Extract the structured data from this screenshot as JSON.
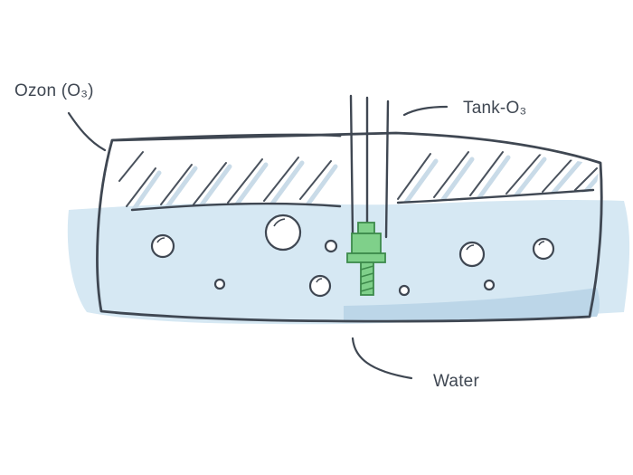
{
  "labels": {
    "ozon": "Ozon (O₃)",
    "tank": "Tank-O₃",
    "water": "Water"
  },
  "colors": {
    "outline": "#3f4752",
    "water_fill": "#d6e8f3",
    "water_shadow": "#bcd6e8",
    "hatch": "#4a525d",
    "hatch_shadow": "#c9dbe8",
    "nozzle": "#7fd08a",
    "nozzle_dark": "#3d8a4b",
    "bubble_fill": "#ffffff"
  },
  "icons": {
    "tank": "tank-diagram",
    "nozzle": "green-nozzle-icon",
    "bubble": "air-bubble-icon"
  }
}
